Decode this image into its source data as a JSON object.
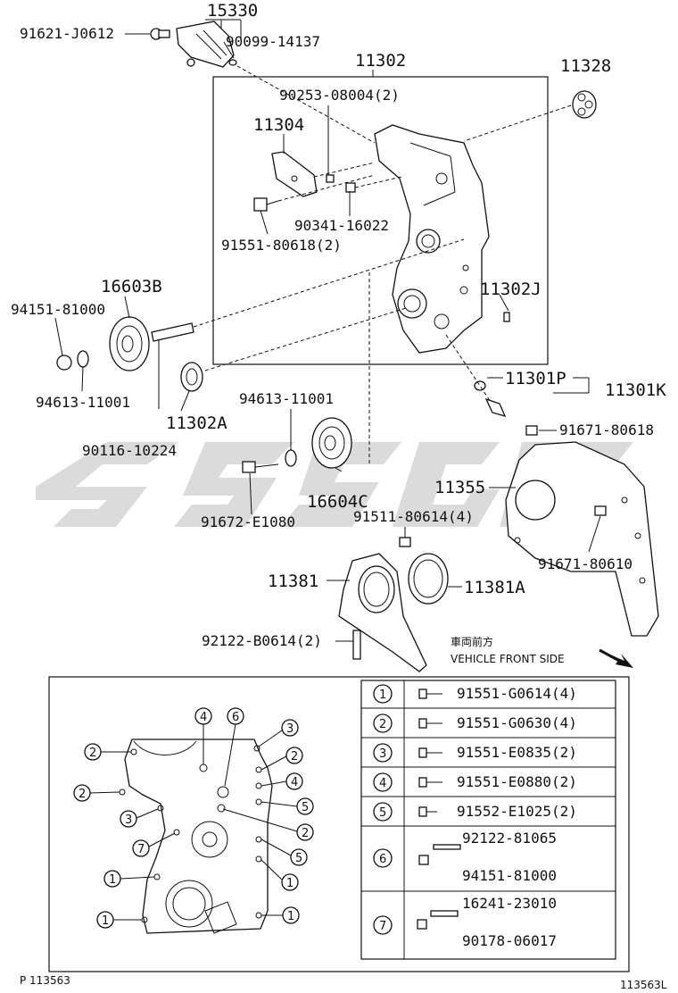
{
  "parts": {
    "p15330": "15330",
    "p91621": "91621-J0612",
    "p90099": "90099-14137",
    "p11302": "11302",
    "p11328": "11328",
    "p90253": "90253-08004(2)",
    "p11304": "11304",
    "p90341": "90341-16022",
    "p91551_80618": "91551-80618(2)",
    "p16603B": "16603B",
    "p94151_81000": "94151-81000",
    "p11302J": "11302J",
    "p94613_a": "94613-11001",
    "p11302A": "11302A",
    "p90116": "90116-10224",
    "p94613_b": "94613-11001",
    "p11301P": "11301P",
    "p11301K": "11301K",
    "p91671_80618": "91671-80618",
    "p11355": "11355",
    "p16604C": "16604C",
    "p91672": "91672-E1080",
    "p91511": "91511-80614(4)",
    "p91671_80610": "91671-80610",
    "p11381": "11381",
    "p11381A": "11381A",
    "p92122_b": "92122-B0614(2)"
  },
  "front_label_jp": "車両前方",
  "front_label_en": "VEHICLE FRONT SIDE",
  "legend": [
    {
      "n": "1",
      "parts": [
        "91551-G0614(4)"
      ]
    },
    {
      "n": "2",
      "parts": [
        "91551-G0630(4)"
      ]
    },
    {
      "n": "3",
      "parts": [
        "91551-E0835(2)"
      ]
    },
    {
      "n": "4",
      "parts": [
        "91551-E0880(2)"
      ]
    },
    {
      "n": "5",
      "parts": [
        "91552-E1025(2)"
      ]
    },
    {
      "n": "6",
      "parts": [
        "92122-81065",
        "94151-81000"
      ]
    },
    {
      "n": "7",
      "parts": [
        "16241-23010",
        "90178-06017"
      ]
    }
  ],
  "footer_left": "P 113563",
  "footer_right": "113563L"
}
